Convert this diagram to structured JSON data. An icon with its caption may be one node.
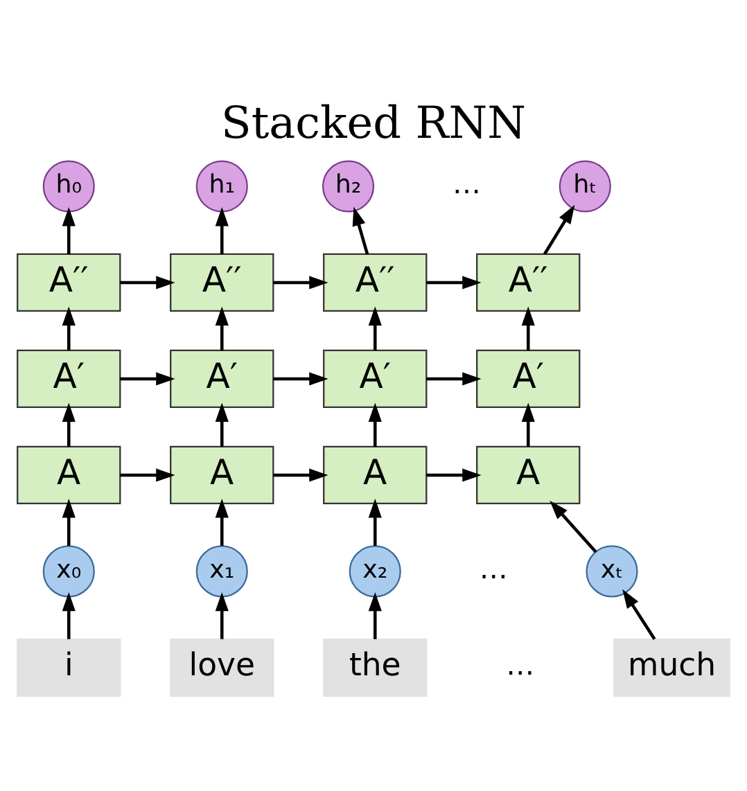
{
  "diagram": {
    "title": "Stacked RNN",
    "nodes": [
      {
        "text": [
          "h₀"
        ]
      },
      {
        "text": [
          "h₁"
        ]
      },
      {
        "text": [
          "h₂"
        ]
      },
      {
        "text": [
          "hₜ"
        ]
      },
      {
        "text": [
          "A′′"
        ]
      },
      {
        "text": [
          "A′′"
        ]
      },
      {
        "text": [
          "A′′"
        ]
      },
      {
        "text": [
          "A′′"
        ]
      },
      {
        "text": [
          "A′"
        ]
      },
      {
        "text": [
          "A′"
        ]
      },
      {
        "text": [
          "A′"
        ]
      },
      {
        "text": [
          "A′"
        ]
      },
      {
        "text": [
          "A"
        ]
      },
      {
        "text": [
          "A"
        ]
      },
      {
        "text": [
          "A"
        ]
      },
      {
        "text": [
          "A"
        ]
      },
      {
        "text": [
          "x₀"
        ]
      },
      {
        "text": [
          "x₁"
        ]
      },
      {
        "text": [
          "x₂"
        ]
      },
      {
        "text": [
          "xₜ"
        ]
      },
      {
        "text": [
          "i"
        ]
      },
      {
        "text": [
          "love"
        ]
      },
      {
        "text": [
          "the"
        ]
      },
      {
        "text": [
          "much"
        ]
      }
    ],
    "edges": [
      {
        "from": 20,
        "to": 16,
        "arrow": "to"
      },
      {
        "from": 21,
        "to": 17,
        "arrow": "to"
      },
      {
        "from": 22,
        "to": 18,
        "arrow": "to"
      },
      {
        "from": 23,
        "to": 19,
        "arrow": "to"
      },
      {
        "from": 16,
        "to": 12,
        "arrow": "to"
      },
      {
        "from": 17,
        "to": 13,
        "arrow": "to"
      },
      {
        "from": 18,
        "to": 14,
        "arrow": "to"
      },
      {
        "from": 19,
        "to": 15,
        "arrow": "to"
      },
      {
        "from": 12,
        "to": 8,
        "arrow": "to"
      },
      {
        "from": 13,
        "to": 9,
        "arrow": "to"
      },
      {
        "from": 14,
        "to": 10,
        "arrow": "to"
      },
      {
        "from": 15,
        "to": 11,
        "arrow": "to"
      },
      {
        "from": 8,
        "to": 4,
        "arrow": "to"
      },
      {
        "from": 9,
        "to": 5,
        "arrow": "to"
      },
      {
        "from": 10,
        "to": 6,
        "arrow": "to"
      },
      {
        "from": 11,
        "to": 7,
        "arrow": "to"
      },
      {
        "from": 4,
        "to": 0,
        "arrow": "to"
      },
      {
        "from": 5,
        "to": 1,
        "arrow": "to"
      },
      {
        "from": 6,
        "to": 2,
        "arrow": "to"
      },
      {
        "from": 7,
        "to": 3,
        "arrow": "to"
      },
      {
        "from": 4,
        "to": 5,
        "arrow": "to"
      },
      {
        "from": 5,
        "to": 6,
        "arrow": "to"
      },
      {
        "from": 6,
        "to": 7,
        "arrow": "to"
      },
      {
        "from": 8,
        "to": 9,
        "arrow": "to"
      },
      {
        "from": 9,
        "to": 10,
        "arrow": "to"
      },
      {
        "from": 10,
        "to": 11,
        "arrow": "to"
      },
      {
        "from": 12,
        "to": 13,
        "arrow": "to"
      },
      {
        "from": 13,
        "to": 14,
        "arrow": "to"
      },
      {
        "from": 14,
        "to": 15,
        "arrow": "to"
      }
    ],
    "labels": [
      "…",
      "…",
      "…"
    ]
  }
}
